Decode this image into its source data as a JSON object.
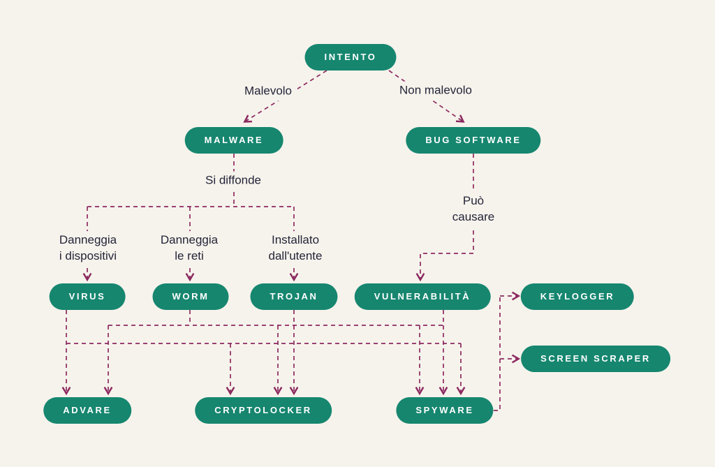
{
  "colors": {
    "background": "#f6f3ec",
    "node_fill": "#16866f",
    "node_text": "#ffffff",
    "connector": "#8c2a60",
    "label_text": "#242438"
  },
  "nodes": {
    "intento": "INTENTO",
    "malware": "MALWARE",
    "bug_software": "BUG SOFTWARE",
    "virus": "VIRUS",
    "worm": "WORM",
    "trojan": "TROJAN",
    "vulnerabilita": "VULNERABILITÀ",
    "keylogger": "KEYLOGGER",
    "screen_scraper": "SCREEN SCRAPER",
    "advare": "ADVARE",
    "cryptolocker": "CRYPTOLOCKER",
    "spyware": "SPYWARE"
  },
  "edge_labels": {
    "malevolo": "Malevolo",
    "non_malevolo": "Non malevolo",
    "si_diffonde": "Si diffonde",
    "puo_causare": "Può\ncausare",
    "danneggia_dispositivi": "Danneggia\ni dispositivi",
    "danneggia_reti": "Danneggia\nle reti",
    "installato_utente": "Installato\ndall'utente"
  },
  "edges": [
    {
      "from": "intento",
      "to": "malware",
      "label": "Malevolo"
    },
    {
      "from": "intento",
      "to": "bug_software",
      "label": "Non malevolo"
    },
    {
      "from": "malware",
      "to": "virus",
      "label": "Si diffonde — Danneggia i dispositivi"
    },
    {
      "from": "malware",
      "to": "worm",
      "label": "Si diffonde — Danneggia le reti"
    },
    {
      "from": "malware",
      "to": "trojan",
      "label": "Si diffonde — Installato dall'utente"
    },
    {
      "from": "bug_software",
      "to": "vulnerabilita",
      "label": "Può causare"
    },
    {
      "from": "virus",
      "to": "advare",
      "label": ""
    },
    {
      "from": "virus",
      "to": "cryptolocker",
      "label": ""
    },
    {
      "from": "virus",
      "to": "spyware",
      "label": ""
    },
    {
      "from": "worm",
      "to": "advare",
      "label": ""
    },
    {
      "from": "worm",
      "to": "cryptolocker",
      "label": ""
    },
    {
      "from": "worm",
      "to": "spyware",
      "label": ""
    },
    {
      "from": "trojan",
      "to": "cryptolocker",
      "label": ""
    },
    {
      "from": "vulnerabilita",
      "to": "spyware",
      "label": ""
    },
    {
      "from": "spyware",
      "to": "keylogger",
      "label": ""
    },
    {
      "from": "spyware",
      "to": "screen_scraper",
      "label": ""
    }
  ]
}
